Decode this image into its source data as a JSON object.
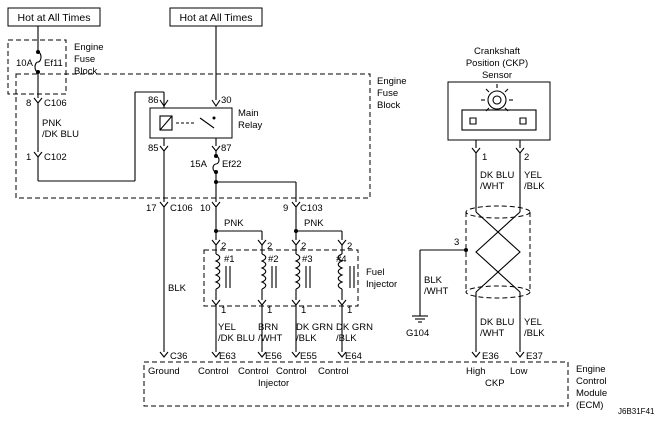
{
  "supply": {
    "left": "Hot at All Times",
    "right": "Hot at All Times"
  },
  "engine_fuse_block_top": {
    "label_line1": "Engine",
    "label_line2": "Fuse",
    "label_line3": "Block",
    "fuse_rating": "10A",
    "fuse_name": "Ef11"
  },
  "engine_fuse_block_main": {
    "label_line1": "Engine",
    "label_line2": "Fuse",
    "label_line3": "Block"
  },
  "main_relay": {
    "label_line1": "Main",
    "label_line2": "Relay",
    "pin_86": "86",
    "pin_30": "30",
    "pin_85": "85",
    "pin_87": "87"
  },
  "fuse_ef22": {
    "rating": "15A",
    "name": "Ef22"
  },
  "connectors": {
    "c106_top_pin": "8",
    "c106_top": "C106",
    "c102_pin": "1",
    "c102": "C102",
    "c106_bot_pin_a": "17",
    "c106_bot": "C106",
    "c106_bot_pin_b": "10",
    "c103_pin": "9",
    "c103": "C103",
    "c36": "C36",
    "e63": "E63",
    "e56": "E56",
    "e55": "E55",
    "e64": "E64",
    "e36": "E36",
    "e37": "E37"
  },
  "wires": {
    "pnk_dkblu_1": "PNK",
    "pnk_dkblu_2": "/DK BLU",
    "pnk_a": "PNK",
    "pnk_b": "PNK",
    "blk": "BLK",
    "blk_wht_1": "BLK",
    "blk_wht_2": "/WHT",
    "inj1_1": "YEL",
    "inj1_2": "/DK BLU",
    "inj2_1": "BRN",
    "inj2_2": "/WHT",
    "inj3_1": "DK GRN",
    "inj3_2": "/BLK",
    "inj4_1": "DK GRN",
    "inj4_2": "/BLK",
    "ckp1_top_1": "DK BLU",
    "ckp1_top_2": "/WHT",
    "ckp2_top_1": "YEL",
    "ckp2_top_2": "/BLK",
    "ckp1_bot_1": "DK BLU",
    "ckp1_bot_2": "/WHT",
    "ckp2_bot_1": "YEL",
    "ckp2_bot_2": "/BLK"
  },
  "injectors": {
    "label_line1": "Fuel",
    "label_line2": "Injector",
    "items": [
      {
        "name": "#1",
        "pin_top": "2",
        "pin_bot": "1"
      },
      {
        "name": "#2",
        "pin_top": "2",
        "pin_bot": "1"
      },
      {
        "name": "#3",
        "pin_top": "2",
        "pin_bot": "1"
      },
      {
        "name": "#4",
        "pin_top": "2",
        "pin_bot": "1"
      }
    ]
  },
  "ckp_sensor": {
    "label_line1": "Crankshaft",
    "label_line2": "Position (CKP)",
    "label_line3": "Sensor",
    "pin_1": "1",
    "pin_2": "2",
    "shield_pin": "3"
  },
  "ground": {
    "name": "G104"
  },
  "ecm": {
    "label_line1": "Engine",
    "label_line2": "Control",
    "label_line3": "Module",
    "label_line4": "(ECM)",
    "ground": "Ground",
    "control_1": "Control",
    "control_2": "Control",
    "control_3": "Control",
    "control_4": "Control",
    "injector": "Injector",
    "high": "High",
    "low": "Low",
    "ckp": "CKP"
  },
  "figure_id": "J6B31F41"
}
